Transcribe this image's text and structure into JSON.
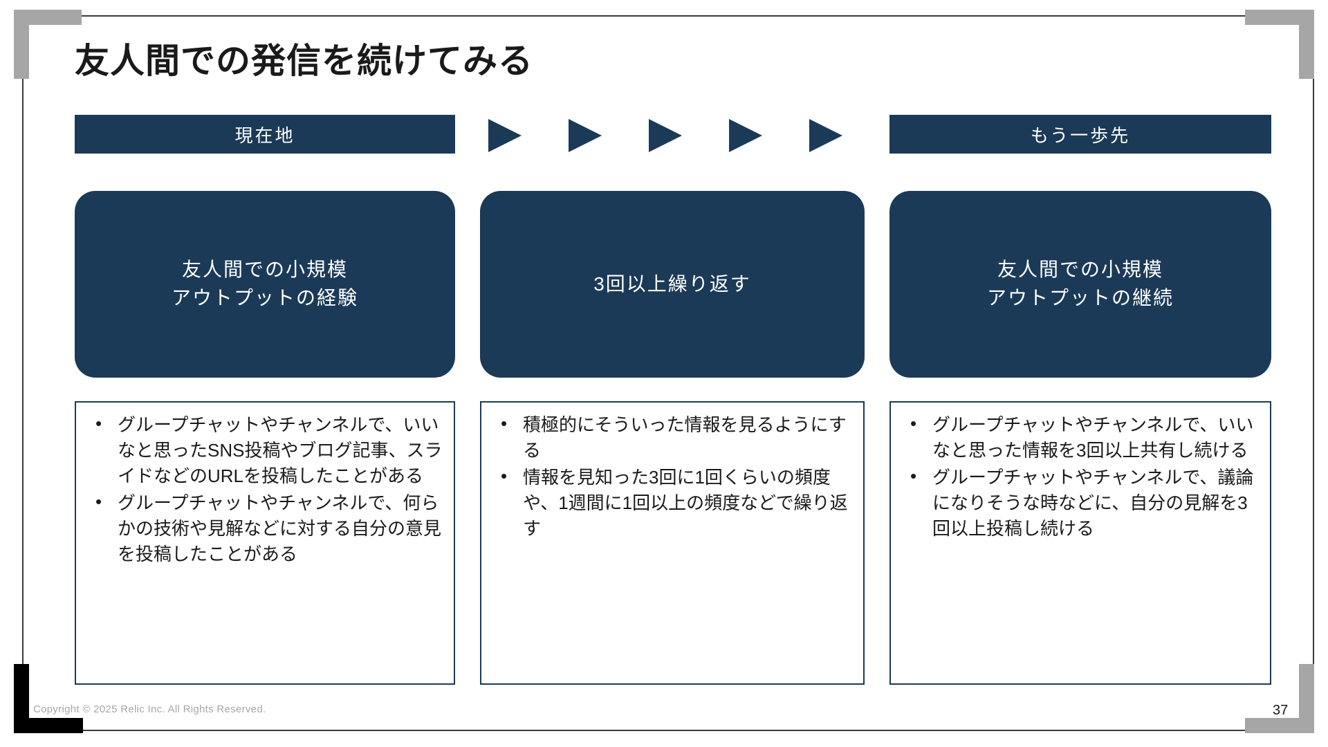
{
  "slide": {
    "title": "友人間での発信を続けてみる",
    "page_number": "37",
    "copyright": "Copyright © 2025 Relic Inc. All Rights Reserved.",
    "accent_color": "#1b3a57",
    "corner_gray": "#a6a6a6",
    "corner_black": "#000000"
  },
  "stage_headers": {
    "left_label": "現在地",
    "right_label": "もう一歩先"
  },
  "arrows": {
    "count": 5,
    "glyph": "triangle-right"
  },
  "stages": [
    {
      "box_line1": "友人間での小規模",
      "box_line2": "アウトプットの経験",
      "bullets": [
        "グループチャットやチャンネルで、いいなと思ったSNS投稿やブログ記事、スライドなどのURLを投稿したことがある",
        "グループチャットやチャンネルで、何らかの技術や見解などに対する自分の意見を投稿したことがある"
      ]
    },
    {
      "box_line1": "3回以上繰り返す",
      "box_line2": "",
      "bullets": [
        "積極的にそういった情報を見るようにする",
        "情報を見知った3回に1回くらいの頻度や、1週間に1回以上の頻度などで繰り返す"
      ]
    },
    {
      "box_line1": "友人間での小規模",
      "box_line2": "アウトプットの継続",
      "bullets": [
        "グループチャットやチャンネルで、いいなと思った情報を3回以上共有し続ける",
        "グループチャットやチャンネルで、議論になりそうな時などに、自分の見解を3回以上投稿し続ける"
      ]
    }
  ]
}
